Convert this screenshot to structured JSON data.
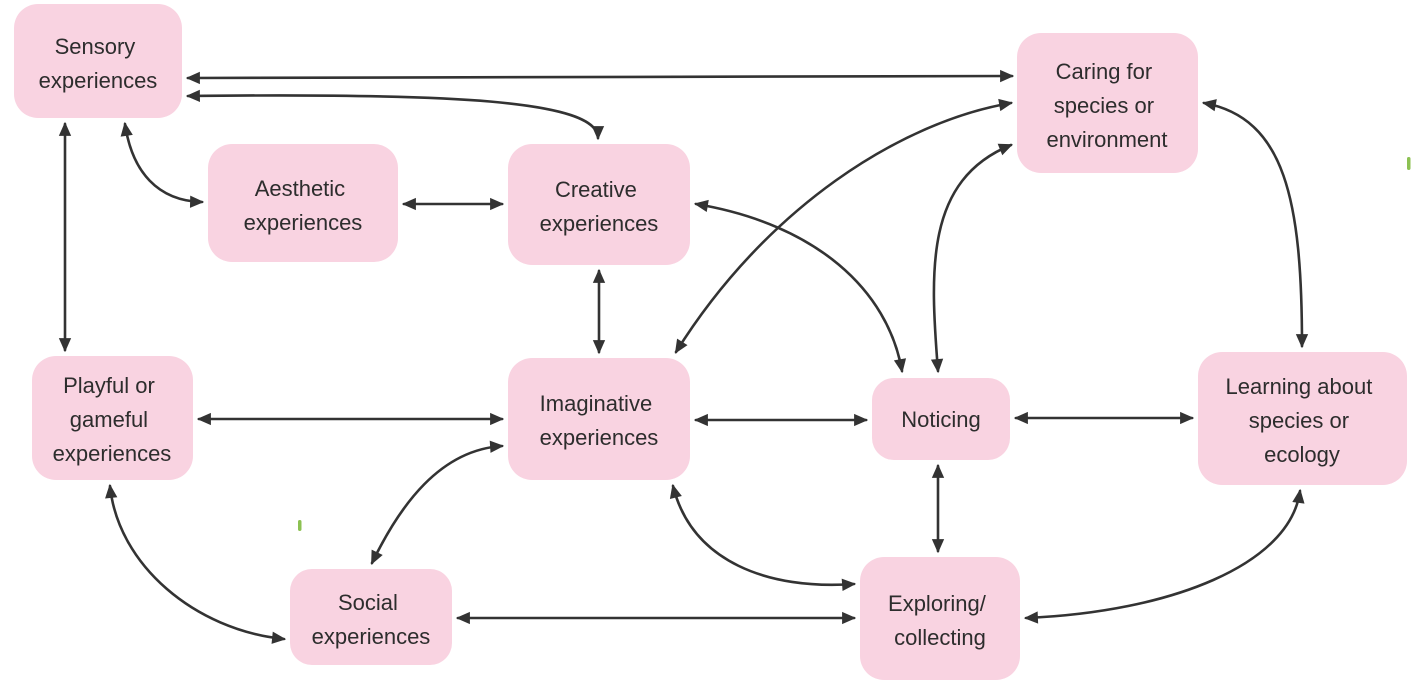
{
  "diagram": {
    "type": "concept-map",
    "colors": {
      "background": "#ffffff",
      "node_fill": "#f9d3e1",
      "text": "#2d2d2d",
      "arrow": "#333333",
      "tick_mark": "#8cc152"
    },
    "nodes": [
      {
        "id": "sensory-experiences",
        "label": "Sensory experiences",
        "lines": [
          "Sensory",
          "experiences"
        ]
      },
      {
        "id": "aesthetic-experiences",
        "label": "Aesthetic experiences",
        "lines": [
          "Aesthetic",
          "experiences"
        ]
      },
      {
        "id": "creative-experiences",
        "label": "Creative experiences",
        "lines": [
          "Creative",
          "experiences"
        ]
      },
      {
        "id": "caring-for-species-or-environment",
        "label": "Caring for species or environment",
        "lines": [
          "Caring for",
          "species or",
          "environment"
        ]
      },
      {
        "id": "playful-or-gameful-experiences",
        "label": "Playful or gameful experiences",
        "lines": [
          "Playful or",
          "gameful",
          "experiences"
        ]
      },
      {
        "id": "imaginative-experiences",
        "label": "Imaginative experiences",
        "lines": [
          "Imaginative",
          "experiences"
        ]
      },
      {
        "id": "noticing",
        "label": "Noticing",
        "lines": [
          "Noticing"
        ]
      },
      {
        "id": "learning-about-species-or-ecology",
        "label": "Learning about species or ecology",
        "lines": [
          "Learning about",
          "species or",
          "ecology"
        ]
      },
      {
        "id": "social-experiences",
        "label": "Social experiences",
        "lines": [
          "Social",
          "experiences"
        ]
      },
      {
        "id": "exploring-collecting",
        "label": "Exploring/ collecting",
        "lines": [
          "Exploring/",
          "collecting"
        ]
      }
    ],
    "edges": [
      {
        "from": "Sensory experiences",
        "to": "Caring for species or environment",
        "bidirectional": true
      },
      {
        "from": "Sensory experiences",
        "to": "Creative experiences",
        "bidirectional": true
      },
      {
        "from": "Sensory experiences",
        "to": "Aesthetic experiences",
        "bidirectional": true
      },
      {
        "from": "Sensory experiences",
        "to": "Playful or gameful experiences",
        "bidirectional": true
      },
      {
        "from": "Aesthetic experiences",
        "to": "Creative experiences",
        "bidirectional": true
      },
      {
        "from": "Creative experiences",
        "to": "Imaginative experiences",
        "bidirectional": true
      },
      {
        "from": "Creative experiences",
        "to": "Noticing",
        "bidirectional": true
      },
      {
        "from": "Imaginative experiences",
        "to": "Caring for species or environment",
        "bidirectional": true
      },
      {
        "from": "Noticing",
        "to": "Caring for species or environment",
        "bidirectional": true
      },
      {
        "from": "Caring for species or environment",
        "to": "Learning about species or ecology",
        "bidirectional": true
      },
      {
        "from": "Playful or gameful experiences",
        "to": "Imaginative experiences",
        "bidirectional": true
      },
      {
        "from": "Imaginative experiences",
        "to": "Noticing",
        "bidirectional": true
      },
      {
        "from": "Noticing",
        "to": "Learning about species or ecology",
        "bidirectional": true
      },
      {
        "from": "Playful or gameful experiences",
        "to": "Social experiences",
        "bidirectional": true
      },
      {
        "from": "Social experiences",
        "to": "Imaginative experiences",
        "bidirectional": true
      },
      {
        "from": "Social experiences",
        "to": "Exploring/ collecting",
        "bidirectional": true
      },
      {
        "from": "Imaginative experiences",
        "to": "Exploring/ collecting",
        "bidirectional": true
      },
      {
        "from": "Noticing",
        "to": "Exploring/ collecting",
        "bidirectional": true
      },
      {
        "from": "Exploring/ collecting",
        "to": "Learning about species or ecology",
        "bidirectional": true
      }
    ]
  }
}
